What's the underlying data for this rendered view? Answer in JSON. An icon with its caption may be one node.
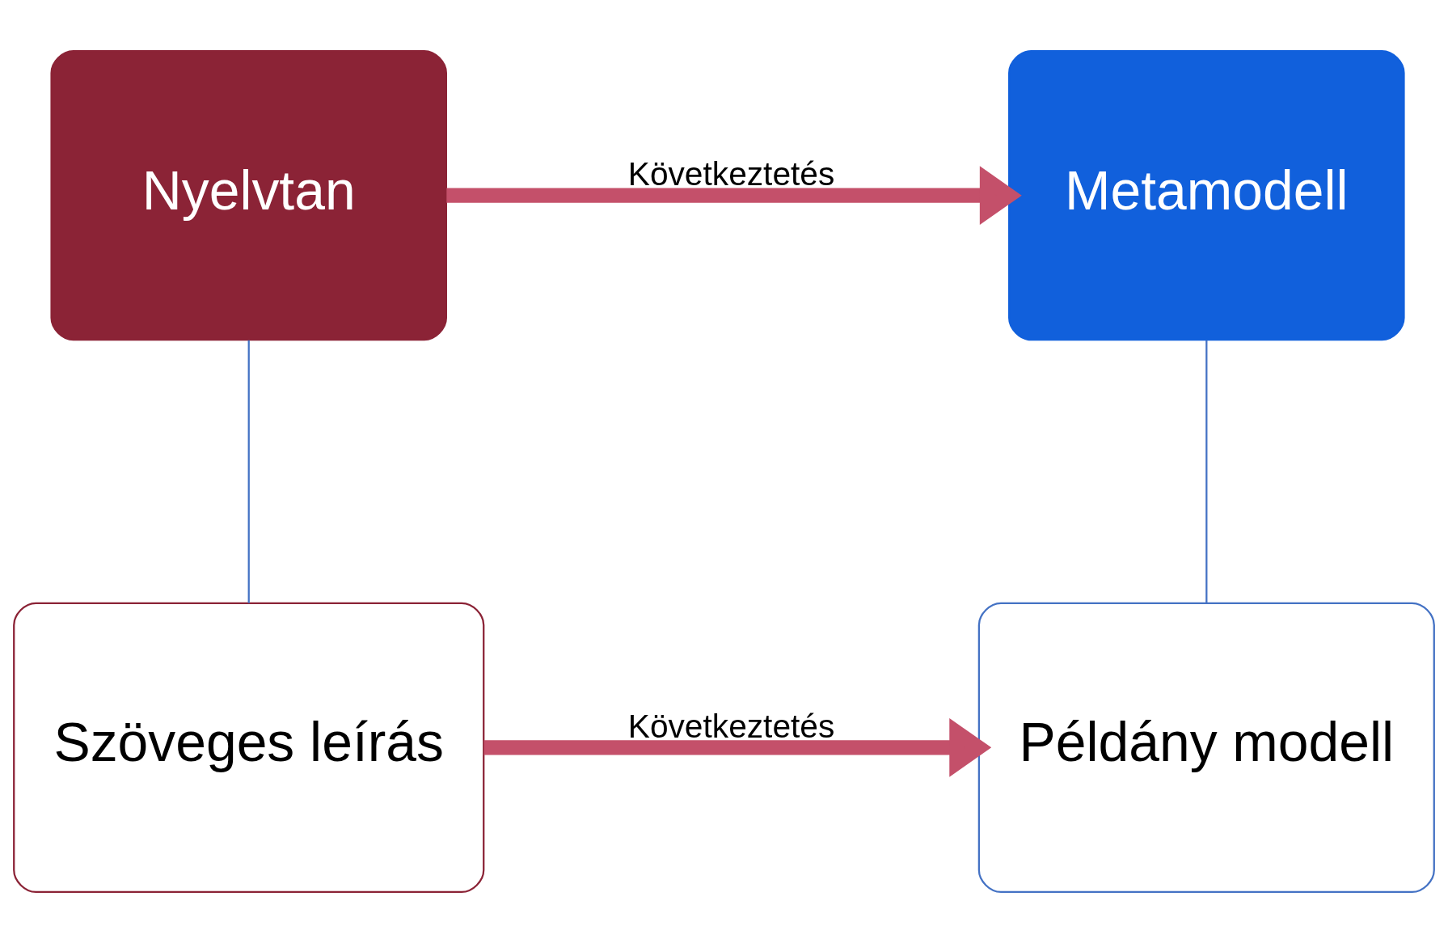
{
  "diagram": {
    "nodes": [
      {
        "text": [
          "Nyelvtan"
        ]
      },
      {
        "text": [
          "Metamodell"
        ]
      },
      {
        "text": [
          "Szöveges leírás"
        ]
      },
      {
        "text": [
          "Példány modell"
        ]
      }
    ],
    "edges": [
      {
        "from": 0,
        "to": 1,
        "arrow": "to",
        "label": "Következtetés",
        "style": "thick",
        "color": "#c4506a"
      },
      {
        "from": 2,
        "to": 3,
        "arrow": "to",
        "label": "Következtetés",
        "style": "thick",
        "color": "#c4506a"
      },
      {
        "from": 0,
        "to": 2,
        "arrow": "none",
        "color": "#4472c4"
      },
      {
        "from": 1,
        "to": 3,
        "arrow": "none",
        "color": "#4472c4"
      }
    ]
  }
}
